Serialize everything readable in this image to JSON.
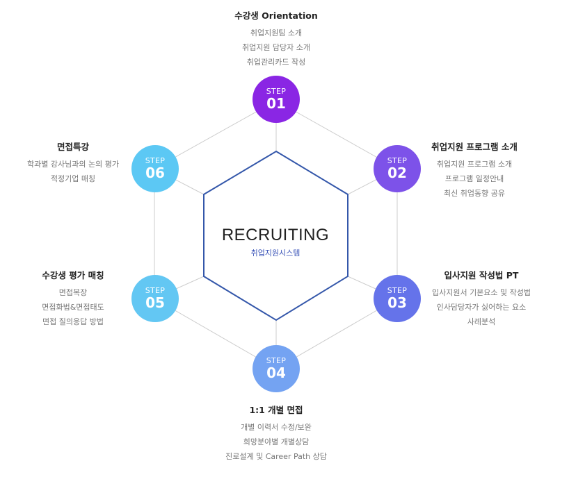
{
  "center": {
    "title": "RECRUITING",
    "subtitle": "취업지원시스템"
  },
  "colors": {
    "step01": "#8a26e4",
    "step02": "#7d52e9",
    "step03": "#6573ea",
    "step04": "#74a3f2",
    "step05": "#63c7f3",
    "step06": "#5cc8f4",
    "hexagon": "#3457aa",
    "connectors": "#cccccc"
  },
  "steps": [
    {
      "label": "STEP",
      "number": "01",
      "title": "수강생 Orientation",
      "items": [
        "취업지원팀 소개",
        "취업지원 담당자 소개",
        "취업관리카드 작성"
      ]
    },
    {
      "label": "STEP",
      "number": "02",
      "title": "취업지원 프로그램 소개",
      "items": [
        "취업지원 프로그램 소개",
        "프로그램 일정안내",
        "최신 취업동향 공유"
      ]
    },
    {
      "label": "STEP",
      "number": "03",
      "title": "입사지원 작성법 PT",
      "items": [
        "입사지원서 기본요소 및 작성법",
        "인사담당자가 싫어하는 요소",
        "사례분석"
      ]
    },
    {
      "label": "STEP",
      "number": "04",
      "title": "1:1 개별 면접",
      "items": [
        "개별 이력서 수정/보완",
        "희망분야별 개별상담",
        "진로설계 및 Career Path 상담"
      ]
    },
    {
      "label": "STEP",
      "number": "05",
      "title": "수강생 평가 매칭",
      "items": [
        "면접복장",
        "면접화법&면접태도",
        "면접 질의응답 방법"
      ]
    },
    {
      "label": "STEP",
      "number": "06",
      "title": "면접특강",
      "items": [
        "학과별 강사님과의 논의 평가",
        "적정기업 매칭"
      ]
    }
  ]
}
